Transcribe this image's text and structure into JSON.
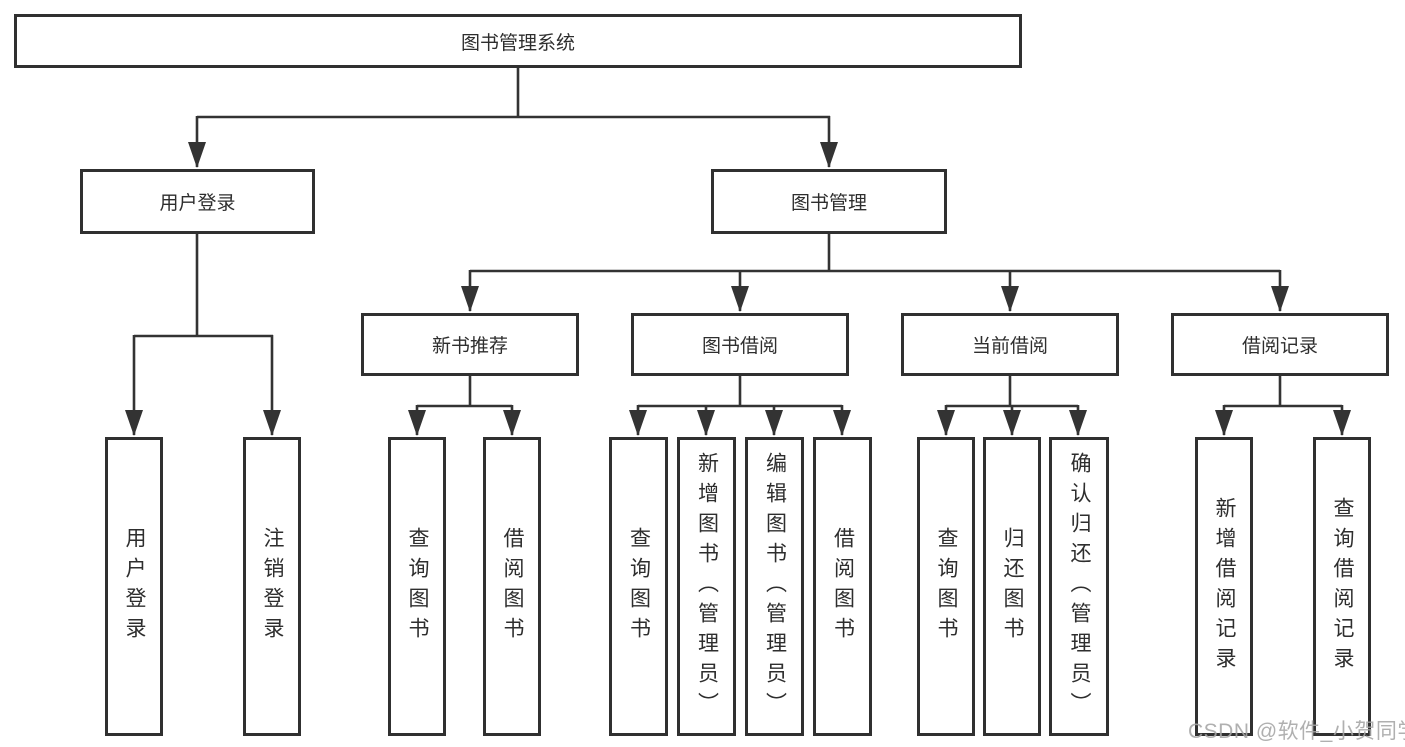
{
  "diagram": {
    "type": "tree",
    "root": {
      "label": "图书管理系统"
    },
    "branches": [
      {
        "label": "用户登录",
        "children": [
          {
            "label": "用户登录"
          },
          {
            "label": "注销登录"
          }
        ]
      },
      {
        "label": "图书管理",
        "children": [
          {
            "label": "新书推荐",
            "children": [
              {
                "label": "查询图书"
              },
              {
                "label": "借阅图书"
              }
            ]
          },
          {
            "label": "图书借阅",
            "children": [
              {
                "label": "查询图书"
              },
              {
                "label": "新增图书（管理员）"
              },
              {
                "label": "编辑图书（管理员）"
              },
              {
                "label": "借阅图书"
              }
            ]
          },
          {
            "label": "当前借阅",
            "children": [
              {
                "label": "查询图书"
              },
              {
                "label": "归还图书"
              },
              {
                "label": "确认归还（管理员）"
              }
            ]
          },
          {
            "label": "借阅记录",
            "children": [
              {
                "label": "新增借阅记录"
              },
              {
                "label": "查询借阅记录"
              }
            ]
          }
        ]
      }
    ]
  },
  "watermark": "CSDN @软件_小贺同学",
  "colors": {
    "line": "#333333",
    "box_border": "#303030",
    "box_fill": "#ffffff",
    "text": "#2e2e2e",
    "background": "#ffffff",
    "watermark": "#a5a5a5"
  }
}
